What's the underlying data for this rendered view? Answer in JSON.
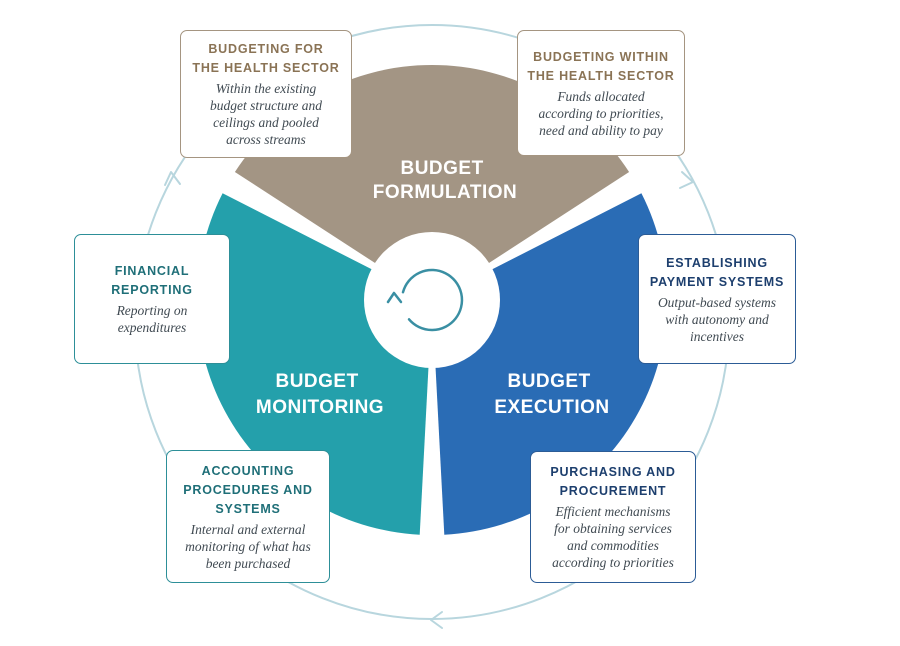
{
  "colors": {
    "formulation": "#a39584",
    "execution": "#2a6cb5",
    "monitoring": "#24a0ab",
    "ring": "#b8d6de",
    "cycle_arrow": "#3a8fa3"
  },
  "segments": {
    "formulation": "BUDGET\nFORMULATION",
    "execution": "BUDGET\nEXECUTION",
    "monitoring": "BUDGET\nMONITORING"
  },
  "center_icon": "circular-arrow-icon",
  "boxes": {
    "budgeting_for": {
      "title": "BUDGETING FOR\nTHE HEALTH SECTOR",
      "desc": "Within the existing\nbudget structure and\nceilings and pooled\nacross streams"
    },
    "budgeting_within": {
      "title": "BUDGETING WITHIN\nTHE HEALTH SECTOR",
      "desc": "Funds allocated\naccording to priorities,\nneed and ability to pay"
    },
    "payment_systems": {
      "title": "ESTABLISHING\nPAYMENT SYSTEMS",
      "desc": "Output-based systems\nwith autonomy and\nincentives"
    },
    "purchasing": {
      "title": "PURCHASING AND\nPROCUREMENT",
      "desc": "Efficient mechanisms\nfor obtaining services\nand commodities\naccording to priorities"
    },
    "accounting": {
      "title": "ACCOUNTING\nPROCEDURES AND\nSYSTEMS",
      "desc": "Internal and external\nmonitoring of what has\nbeen purchased"
    },
    "financial_reporting": {
      "title": "FINANCIAL\nREPORTING",
      "desc": "Reporting on\nexpenditures"
    }
  }
}
